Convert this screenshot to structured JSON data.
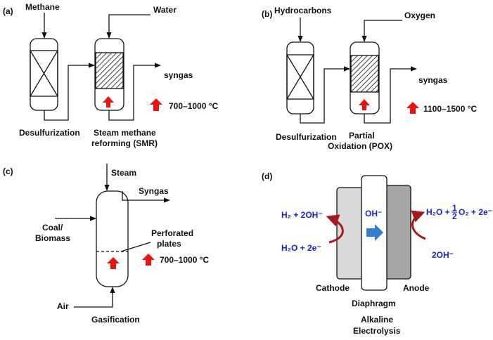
{
  "colors": {
    "ink": "#111111",
    "heat_arrow": "#ee1111",
    "chem_text": "#1a23d6",
    "hydroxide_arrow": "#2f7fd3",
    "curved_arrow": "#a6191c",
    "cathode_fill": "#d9d9d9",
    "anode_fill": "#a6a6a6",
    "diaphragm_fill": "#ffffff"
  },
  "panel_a": {
    "tag": "(a)",
    "input_left": "Methane",
    "input_right": "Water",
    "output": "syngas",
    "temperature": "700–1000 °C",
    "unit_left": "Desulfurization",
    "unit_right_line1": "Steam methane",
    "unit_right_line2": "reforming (SMR)"
  },
  "panel_b": {
    "tag": "(b)",
    "input_left": "Hydrocarbons",
    "input_right": "Oxygen",
    "output": "syngas",
    "temperature": "1100–1500 °C",
    "unit_left": "Desulfurization",
    "unit_right_line1": "Partial",
    "unit_right_line2": "Oxidation (POX)"
  },
  "panel_c": {
    "tag": "(c)",
    "input_top": "Steam",
    "output": "Syngas",
    "feed_line1": "Coal/",
    "feed_line2": "Biomass",
    "plates_line1": "Perforated",
    "plates_line2": "plates",
    "temperature": "700–1000 °C",
    "input_bottom": "Air",
    "unit": "Gasification"
  },
  "panel_d": {
    "tag": "(d)",
    "hydroxide_ion": "OH⁻",
    "cathode_out": "H₂ + 2OH⁻",
    "cathode_in": "H₂O + 2e⁻",
    "anode_out_prefix": "H₂O +",
    "anode_out_frac_num": "1",
    "anode_out_frac_den": "2",
    "anode_out_suffix": "O₂ + 2e⁻",
    "anode_in": "2OH⁻",
    "cathode": "Cathode",
    "anode": "Anode",
    "diaphragm": "Diaphragm",
    "title_line1": "Alkaline",
    "title_line2": "Electrolysis"
  }
}
